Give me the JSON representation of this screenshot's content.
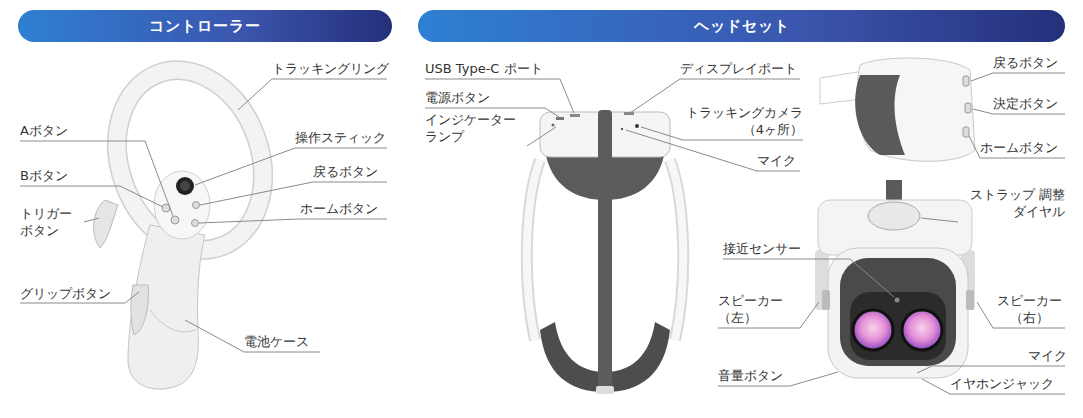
{
  "diagram": {
    "nodes": [
      {
        "text": [
          "コントローラー"
        ]
      },
      {
        "text": [
          "ヘッドセット"
        ]
      }
    ],
    "labels": [
      "トラッキングリング",
      "Aボタン",
      "操作スティック",
      "Bボタン",
      "戻るボタン",
      "トリガー ボタン",
      "ホームボタン",
      "グリップボタン",
      "電池ケース",
      "USB Type-C ポート",
      "ディスプレイポート",
      "電源ボタン",
      "トラッキングカメラ （4ヶ所）",
      "インジケーター ランプ",
      "マイク",
      "戻るボタン",
      "決定ボタン",
      "ホームボタン",
      "ストラップ 調整ダイヤル",
      "接近センサー",
      "スピーカー （左）",
      "スピーカー （右）",
      "マイク",
      "音量ボタン",
      "イヤホンジャック"
    ]
  }
}
